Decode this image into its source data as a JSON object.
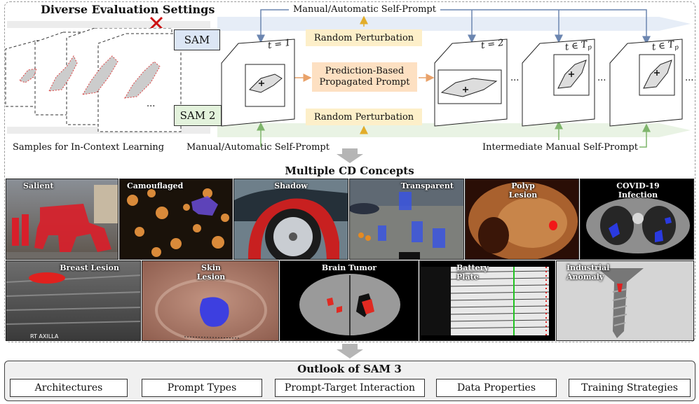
{
  "settings": {
    "title": "Diverse Evaluation Settings",
    "sam_label": "SAM",
    "sam2_label": "SAM 2",
    "samples_label": "Samples for In-Context Learning",
    "top_prompt": "Manual/Automatic Self-Prompt",
    "bottom_prompt": "Manual/Automatic Self-Prompt",
    "intermediate_prompt": "Intermediate Manual Self-Prompt",
    "random_top": "Random Perturbation",
    "random_bottom": "Random Perturbation",
    "propagated": "Prediction-Based Propagated Prompt",
    "frame_t1": "t = 1",
    "frame_t2": "t = 2",
    "frame_tp1": "t ∈ T",
    "frame_tp1_sub": "p",
    "frame_tp2": "t ∈ T",
    "frame_tp2_sub": "p",
    "ellipsis": "...",
    "colors": {
      "sam_box": "#dce6f5",
      "sam2_box": "#e3f2dc",
      "perturb": "#fdefc9",
      "propagated": "#fde0c2",
      "cross": "#cc1111"
    }
  },
  "concepts": {
    "title": "Multiple CD Concepts",
    "row1": [
      "Salient",
      "Camouflaged",
      "Shadow",
      "Transparent",
      "Polyp Lesion",
      "COVID-19 Infection"
    ],
    "row2": [
      "Breast Lesion",
      "Skin Lesion",
      "Brain Tumor",
      "Battery Plate",
      "Industrial Anomaly"
    ],
    "breast_caption": "RT AXILLA"
  },
  "outlook": {
    "title": "Outlook of SAM 3",
    "items": [
      "Architectures",
      "Prompt Types",
      "Prompt-Target Interaction",
      "Data Properties",
      "Training Strategies"
    ]
  }
}
